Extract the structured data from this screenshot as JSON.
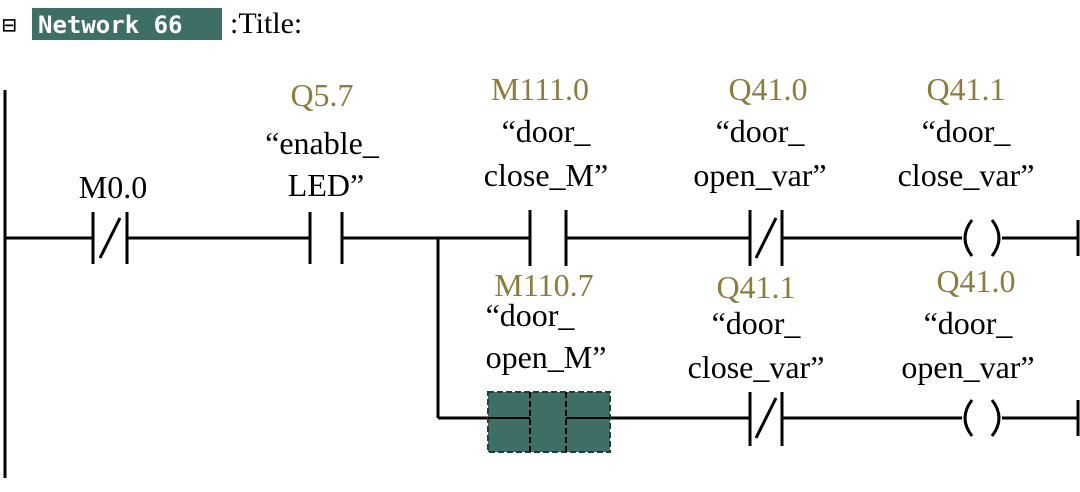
{
  "header": {
    "collapse_glyph": "⊟",
    "network_label": "Network 66",
    "title_text": ":Title:"
  },
  "colors": {
    "address": "#8B7D3C",
    "line": "#000000",
    "highlight": "#3E6F66",
    "highlight_border": "#1E3E38"
  },
  "rung1": {
    "m00": {
      "address": "M0.0",
      "type": "normally-closed-contact"
    },
    "q57": {
      "address": "Q5.7",
      "line1": "“enable_",
      "line2": "LED”",
      "type": "normally-open-contact"
    },
    "m1110": {
      "address": "M111.0",
      "line1": "“door_",
      "line2": "close_M”",
      "type": "normally-open-contact"
    },
    "q410": {
      "address": "Q41.0",
      "line1": "“door_",
      "line2": "open_var”",
      "type": "normally-closed-contact"
    },
    "q411": {
      "address": "Q41.1",
      "line1": "“door_",
      "line2": "close_var”",
      "type": "output-coil"
    }
  },
  "rung2": {
    "m1107": {
      "address": "M110.7",
      "line1": "“door_",
      "line2": "open_M”",
      "type": "normally-open-contact",
      "selected": true
    },
    "q411": {
      "address": "Q41.1",
      "line1": "“door_",
      "line2": "close_var”",
      "type": "normally-closed-contact"
    },
    "q410": {
      "address": "Q41.0",
      "line1": "“door_",
      "line2": "open_var”",
      "type": "output-coil"
    }
  }
}
